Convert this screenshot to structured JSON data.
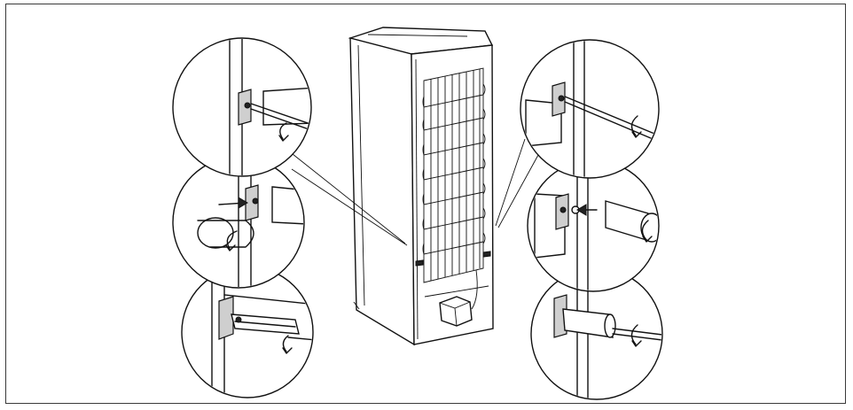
{
  "figure": {
    "colors": {
      "line": "#111111",
      "frame": "#3a3a3a",
      "background": "#ffffff",
      "shade": "#cfcfcf"
    },
    "steps_left": [
      "detail-remove-screw",
      "detail-insert-plug",
      "detail-tighten-handle"
    ],
    "steps_right": [
      "detail-remove-screw",
      "detail-insert-plug",
      "detail-tighten-handle"
    ],
    "icons": [
      "refrigerator-back-icon",
      "screwdriver-icon",
      "rotate-arrow-icon",
      "push-arrow-icon",
      "cover-cap-icon"
    ]
  }
}
